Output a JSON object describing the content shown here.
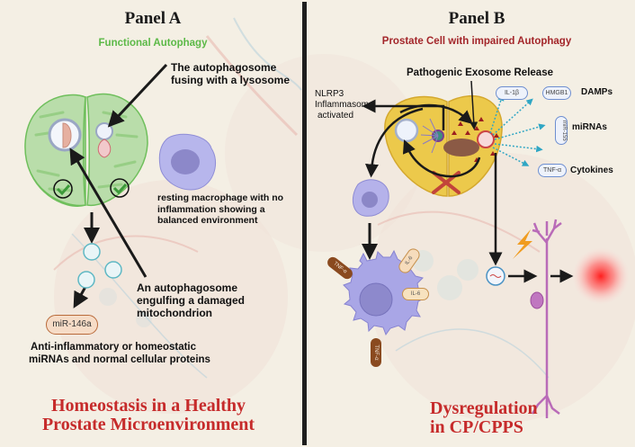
{
  "panel_a": {
    "title": "Panel A",
    "subtitle": "Functional Autophagy",
    "fusion_label": [
      "The autophagosome",
      "fusing with a lysosome"
    ],
    "macrophage_label": [
      "resting macrophage with no",
      "inflammation showing a",
      "balanced environment"
    ],
    "engulf_label": [
      "An autophagosome",
      "engulfing a damaged",
      "mitochondrion"
    ],
    "mirna_badge": "miR-146a",
    "output_label": [
      "Anti-inflammatory or homeostatic",
      "miRNAs and normal cellular proteins"
    ],
    "footer": [
      "Homeostasis in a Healthy",
      "Prostate Microenvironment"
    ]
  },
  "panel_b": {
    "title": "Panel B",
    "subtitle": "Prostate Cell with impaired Autophagy",
    "exosome_label": "Pathogenic Exosome Release",
    "nlrp3_label": [
      "NLRP3",
      "Inflammasome",
      "activated"
    ],
    "badges": {
      "il1b": "IL-1β",
      "hmgb1": "HMGB1",
      "mir155": "miR-155",
      "tnfa": "TNF-α"
    },
    "category_labels": {
      "damps": "DAMPs",
      "mirnas": "miRNAs",
      "cytokines": "Cytokines"
    },
    "macrophage_cytokines": {
      "tnfa_1": "TNF-α",
      "il6_1": "IL-6",
      "il6_2": "IL-6",
      "tnfa_2": "TNF-α"
    },
    "footer": [
      "Dysregulation",
      "in CP/CPPS"
    ]
  },
  "colors": {
    "background": "#f4efe4",
    "functional_green": "#5cb947",
    "impaired_red": "#a3262a",
    "footer_red": "#c62b2b",
    "cell_green": "#b9ddaa",
    "cell_yellow": "#ecc94b",
    "macrophage_purple": "#a9a6e6",
    "cytokine_brown": "#8a4a1f",
    "dotted_cyan": "#2fa6c4",
    "pain_red": "#ff2a2a"
  }
}
